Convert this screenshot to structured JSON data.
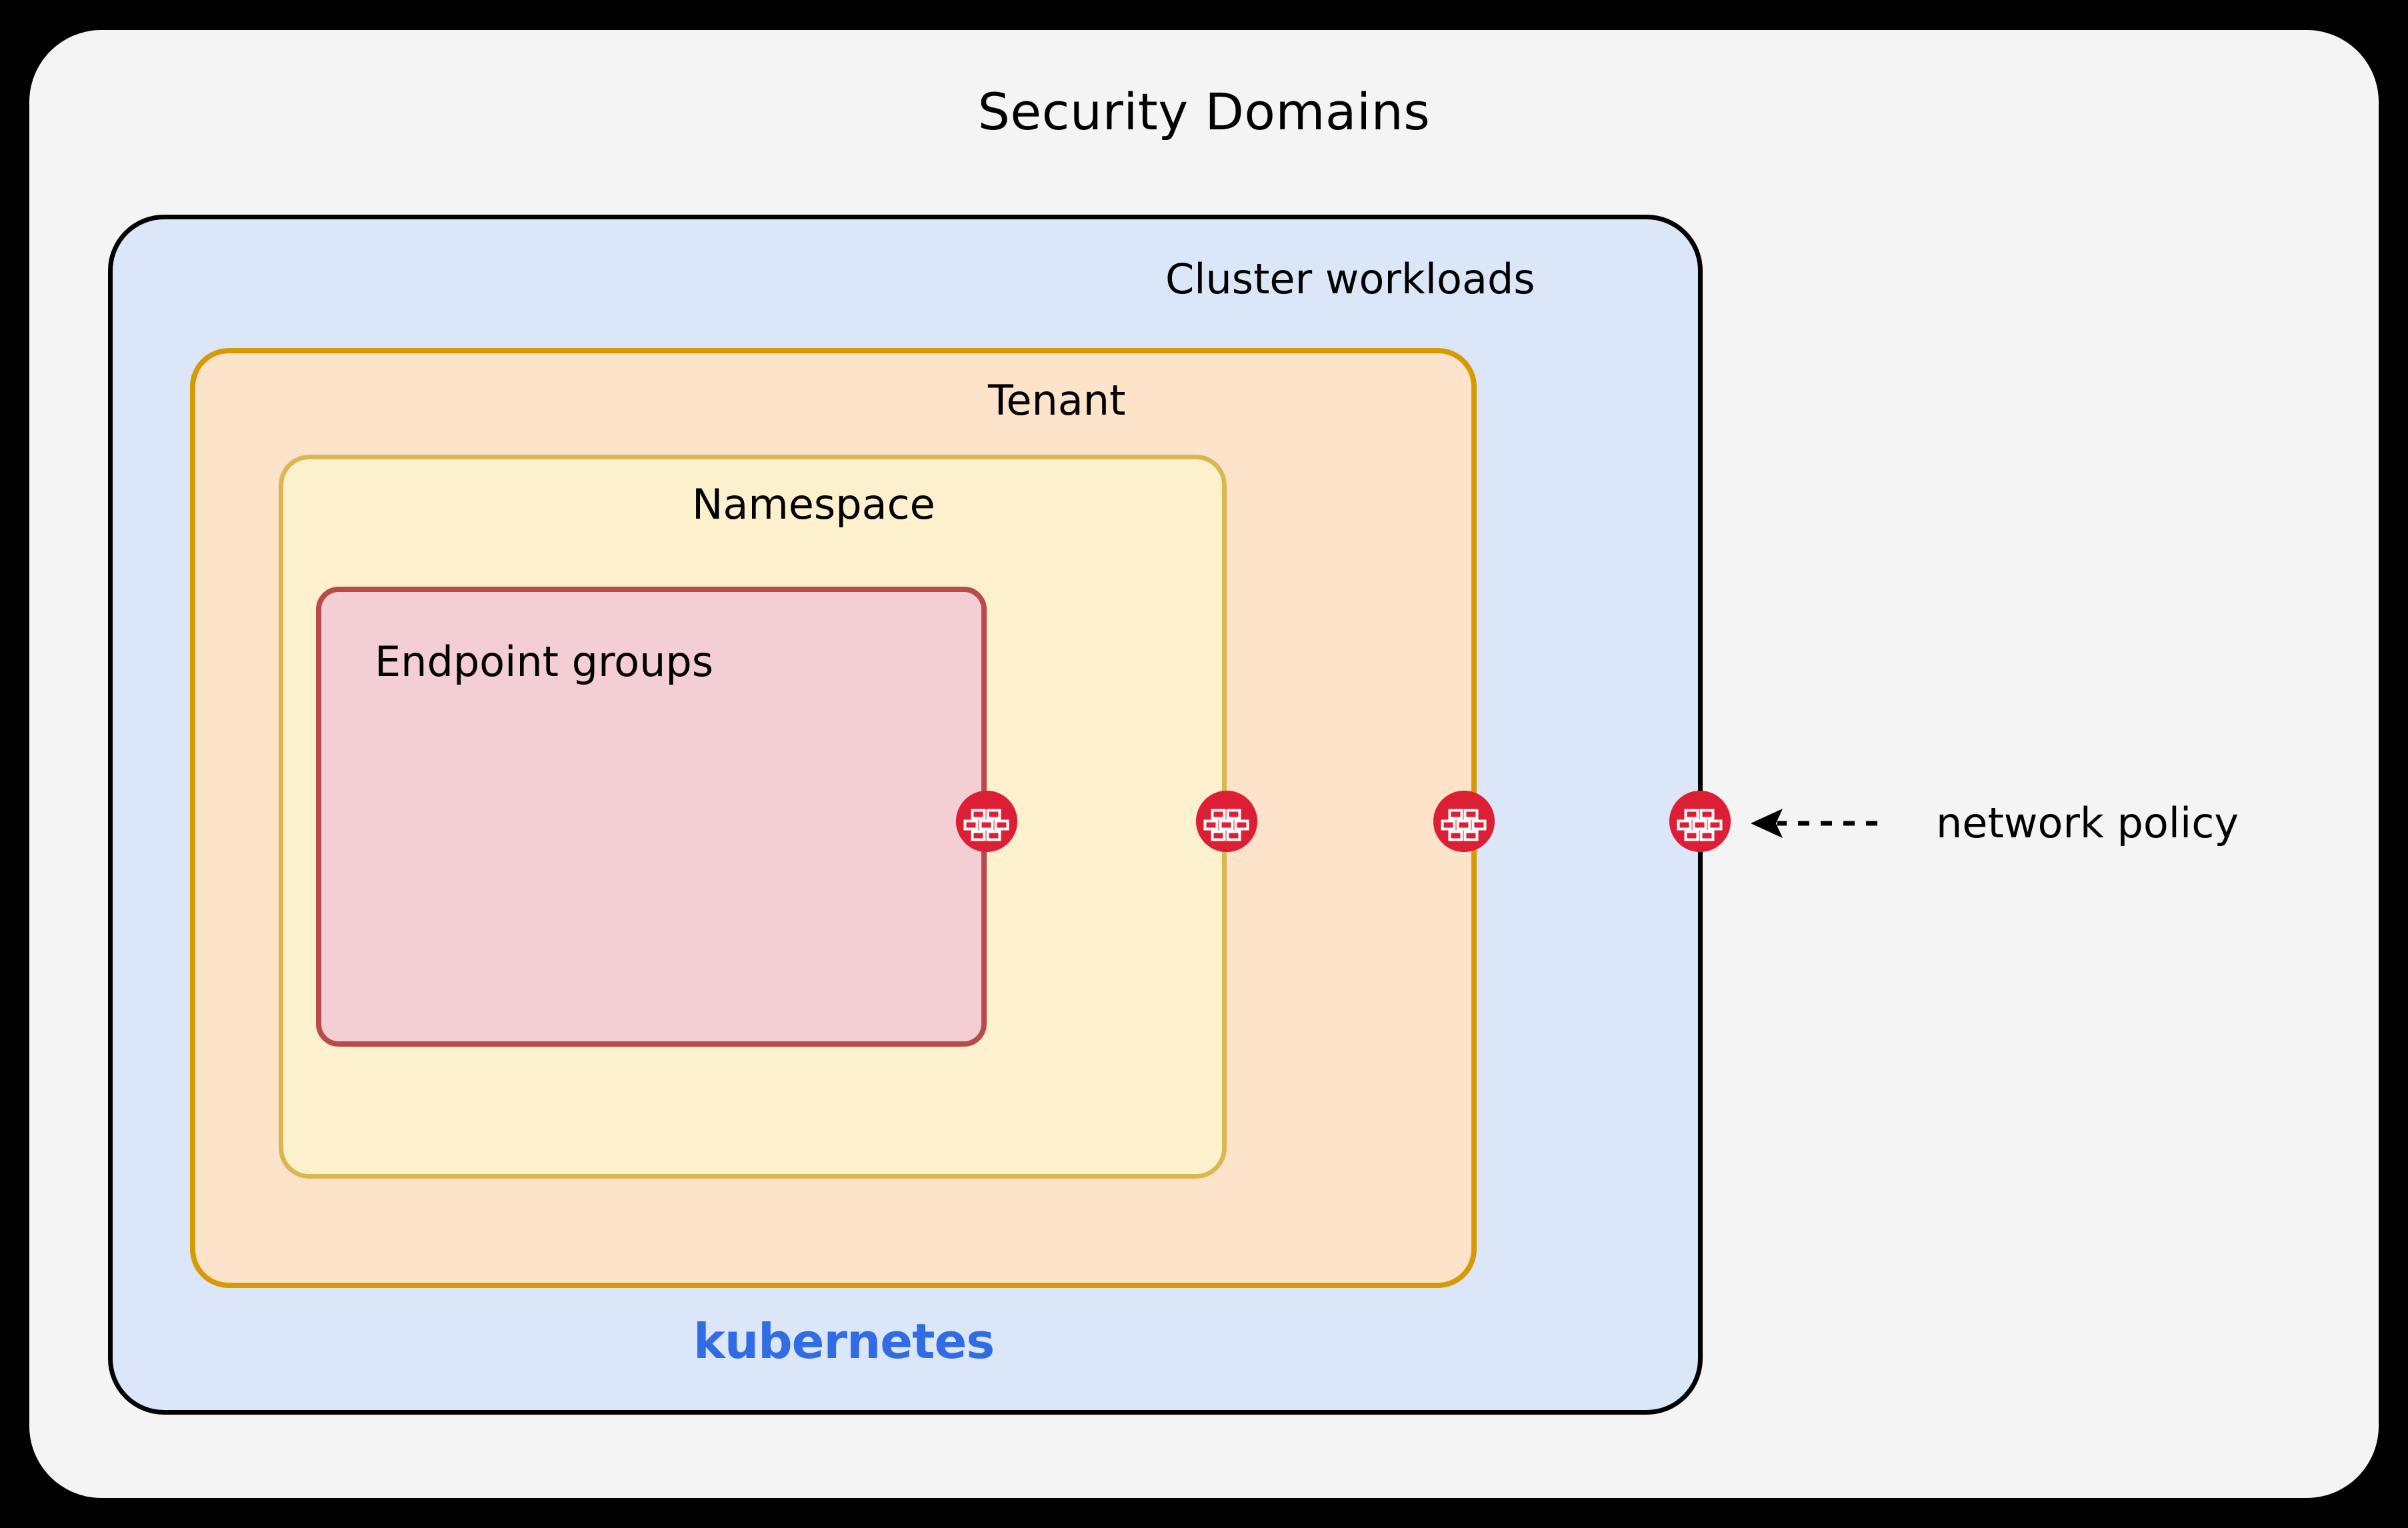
{
  "diagram": {
    "title": "Security Domains",
    "background_color": "#000000",
    "panel_color": "#f4f4f4"
  },
  "boxes": [
    {
      "id": "cluster",
      "label": "Cluster workloads",
      "fill": "#dbe7f9",
      "stroke": "#000000",
      "footer_label": "kubernetes",
      "footer_color": "#326ce5"
    },
    {
      "id": "tenant",
      "label": "Tenant",
      "fill": "#fde3ca",
      "stroke": "#d69a06"
    },
    {
      "id": "namespace",
      "label": "Namespace",
      "fill": "#fdf1cd",
      "stroke": "#d9b851"
    },
    {
      "id": "endpoint",
      "label": "Endpoint groups",
      "fill": "#f3ced4",
      "stroke": "#b84a4a"
    }
  ],
  "firewalls": {
    "icon_name": "firewall-brick-wall-icon",
    "count": 4,
    "circle_color": "#dd1f35",
    "brick_color": "#ffffff",
    "boundaries": [
      "endpoint",
      "namespace",
      "tenant",
      "cluster"
    ]
  },
  "annotation": {
    "label": "network policy",
    "arrow_style": "dashed-left-arrow",
    "arrow_color": "#000000"
  }
}
